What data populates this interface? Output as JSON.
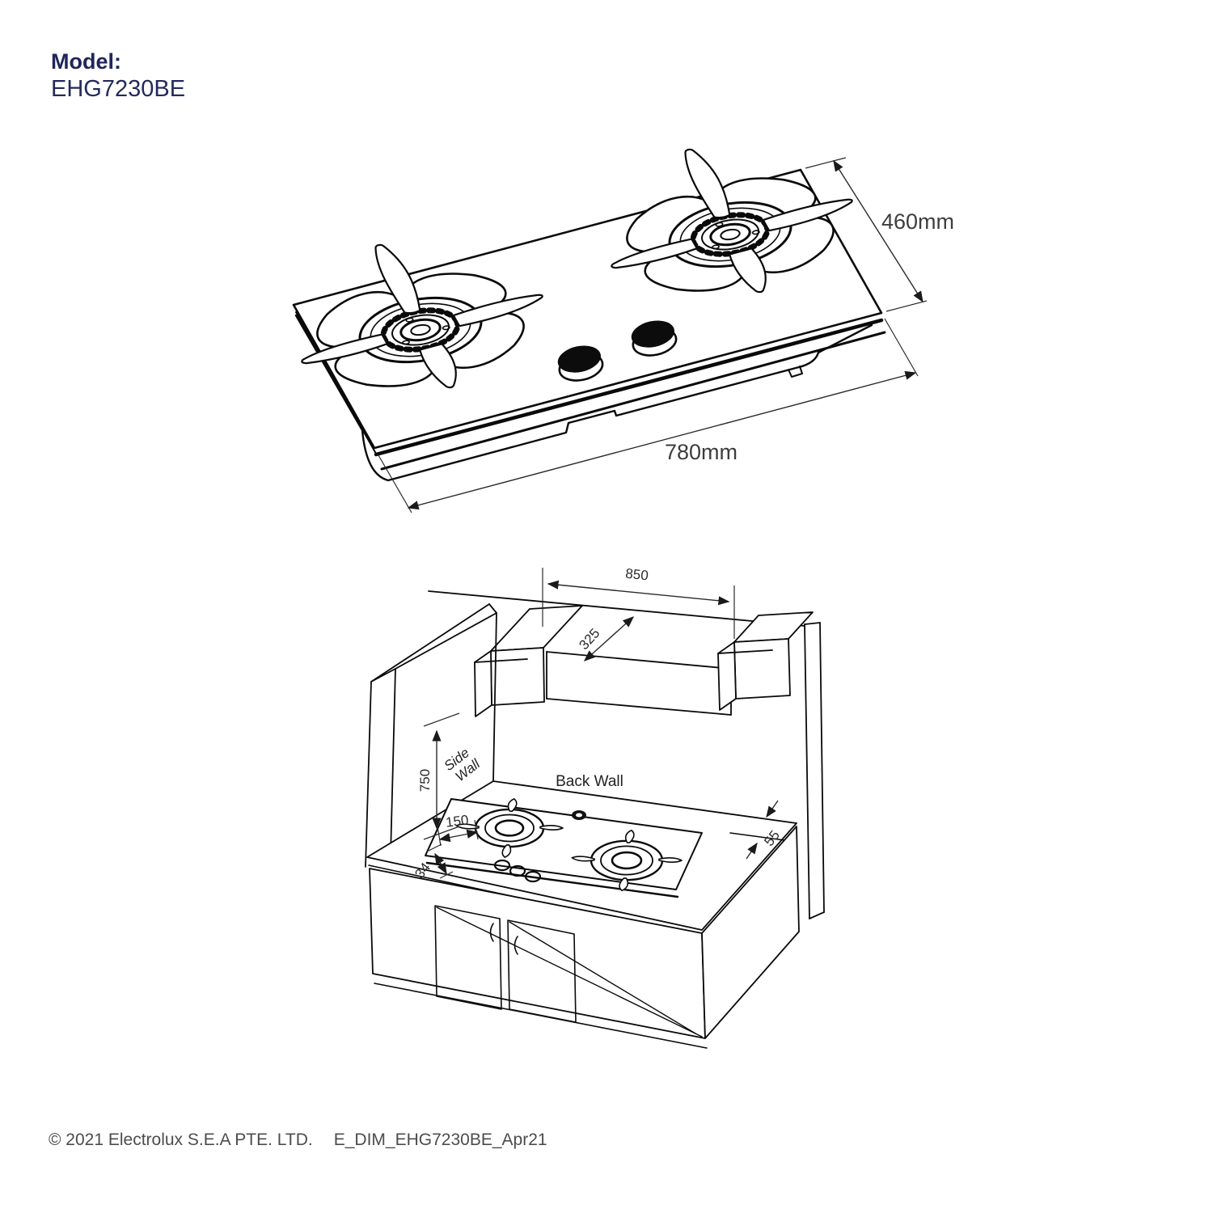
{
  "page": {
    "model_label": "Model:",
    "model_number": "EHG7230BE",
    "copyright": "© 2021 Electrolux S.E.A PTE. LTD.",
    "doc_code": "E_DIM_EHG7230BE_Apr21"
  },
  "hob_diagram": {
    "width_label": "780mm",
    "depth_label": "460mm"
  },
  "install_diagram": {
    "hood_width": "850",
    "hood_depth": "325",
    "wall_height": "750",
    "side_clearance": "150",
    "front_clearance": "34",
    "counter_thickness": "55",
    "side_wall_line1": "Side",
    "side_wall_line2": "Wall",
    "back_wall_label": "Back Wall"
  }
}
